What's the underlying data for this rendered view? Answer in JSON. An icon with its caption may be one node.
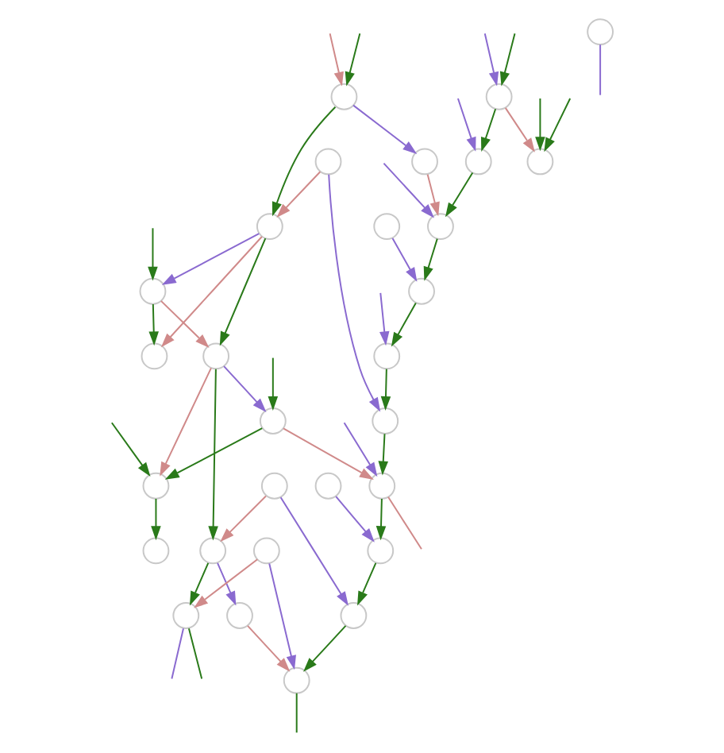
{
  "diagram": {
    "nodes": [
      {
        "text": [],
        "shape": "circle"
      },
      {
        "text": [],
        "shape": "circle"
      },
      {
        "text": [],
        "shape": "circle"
      },
      {
        "text": [],
        "shape": "circle"
      },
      {
        "text": [],
        "shape": "circle"
      },
      {
        "text": [],
        "shape": "circle"
      },
      {
        "text": [],
        "shape": "circle"
      },
      {
        "text": [],
        "shape": "circle"
      },
      {
        "text": [],
        "shape": "circle"
      },
      {
        "text": [],
        "shape": "circle"
      },
      {
        "text": [],
        "shape": "circle"
      },
      {
        "text": [],
        "shape": "circle"
      },
      {
        "text": [],
        "shape": "circle"
      },
      {
        "text": [],
        "shape": "circle"
      },
      {
        "text": [],
        "shape": "circle"
      },
      {
        "text": [],
        "shape": "circle"
      },
      {
        "text": [],
        "shape": "circle"
      },
      {
        "text": [],
        "shape": "circle"
      },
      {
        "text": [],
        "shape": "circle"
      },
      {
        "text": [],
        "shape": "circle"
      },
      {
        "text": [],
        "shape": "circle"
      },
      {
        "text": [],
        "shape": "circle"
      },
      {
        "text": [],
        "shape": "circle"
      },
      {
        "text": [],
        "shape": "circle"
      },
      {
        "text": [],
        "shape": "circle"
      },
      {
        "text": [],
        "shape": "circle"
      },
      {
        "text": [],
        "shape": "circle"
      },
      {
        "text": [],
        "shape": "circle"
      },
      {
        "text": [],
        "shape": "circle"
      }
    ],
    "edges": [
      {
        "from": null,
        "to": 1,
        "arrow": "to"
      },
      {
        "from": null,
        "to": 1,
        "arrow": "to",
        "color": "#8a6ad0"
      },
      {
        "from": null,
        "to": 2,
        "arrow": "to"
      },
      {
        "from": null,
        "to": 2,
        "arrow": "to",
        "color": "#d08a8a"
      },
      {
        "from": null,
        "to": 3,
        "arrow": "to"
      },
      {
        "from": null,
        "to": 3,
        "arrow": "to"
      },
      {
        "from": 1,
        "to": 3,
        "arrow": "to",
        "color": "#d08a8a"
      },
      {
        "from": 0,
        "to": 4,
        "arrow": "to",
        "color": "#d08a8a"
      },
      {
        "from": 2,
        "to": 4,
        "arrow": "to"
      },
      {
        "from": 1,
        "to": 5,
        "arrow": "to"
      },
      {
        "from": null,
        "to": 5,
        "arrow": "to",
        "color": "#8a6ad0"
      },
      {
        "from": 2,
        "to": 6,
        "arrow": "to",
        "color": "#8a6ad0"
      },
      {
        "from": 6,
        "to": 9,
        "arrow": "to",
        "color": "#d08a8a"
      },
      {
        "from": 5,
        "to": 9,
        "arrow": "to"
      },
      {
        "from": null,
        "to": 9,
        "arrow": "to",
        "color": "#8a6ad0"
      },
      {
        "from": null,
        "to": 7,
        "arrow": "to"
      },
      {
        "from": 4,
        "to": 7,
        "arrow": "to",
        "color": "#8a6ad0"
      },
      {
        "from": 7,
        "to": 10,
        "arrow": "to",
        "color": "#d08a8a"
      },
      {
        "from": 4,
        "to": 10,
        "arrow": "to"
      },
      {
        "from": 7,
        "to": 11,
        "arrow": "to"
      },
      {
        "from": 4,
        "to": 11,
        "arrow": "to",
        "color": "#d08a8a"
      },
      {
        "from": 8,
        "to": 12,
        "arrow": "to",
        "color": "#8a6ad0"
      },
      {
        "from": 9,
        "to": 12,
        "arrow": "to"
      },
      {
        "from": 0,
        "to": 16,
        "arrow": "to",
        "color": "#8a6ad0"
      },
      {
        "from": null,
        "to": 13,
        "arrow": "to"
      },
      {
        "from": 10,
        "to": 13,
        "arrow": "to",
        "color": "#8a6ad0"
      },
      {
        "from": null,
        "to": 14,
        "arrow": "to",
        "color": "#8a6ad0"
      },
      {
        "from": 12,
        "to": 14,
        "arrow": "to"
      },
      {
        "from": 10,
        "to": 15,
        "arrow": "to",
        "color": "#d08a8a"
      },
      {
        "from": 13,
        "to": 15,
        "arrow": "to"
      },
      {
        "from": null,
        "to": 15,
        "arrow": "to"
      },
      {
        "from": 14,
        "to": 16,
        "arrow": "to"
      },
      {
        "from": 10,
        "to": 22,
        "arrow": "to"
      },
      {
        "from": 15,
        "to": 19,
        "arrow": "to"
      },
      {
        "from": 16,
        "to": 20,
        "arrow": "to"
      },
      {
        "from": 13,
        "to": 20,
        "arrow": "to",
        "color": "#d08a8a"
      },
      {
        "from": 20,
        "to": null,
        "arrow": "none",
        "color": "#d08a8a"
      },
      {
        "from": null,
        "to": 20,
        "arrow": "to",
        "color": "#8a6ad0"
      },
      {
        "from": 17,
        "to": 21,
        "arrow": "to",
        "color": "#8a6ad0"
      },
      {
        "from": 20,
        "to": 21,
        "arrow": "to"
      },
      {
        "from": 18,
        "to": 22,
        "arrow": "to",
        "color": "#d08a8a"
      },
      {
        "from": 18,
        "to": 23,
        "arrow": "to",
        "color": "#8a6ad0"
      },
      {
        "from": 21,
        "to": 23,
        "arrow": "to"
      },
      {
        "from": 22,
        "to": 24,
        "arrow": "to",
        "color": "#8a6ad0"
      },
      {
        "from": 22,
        "to": 28,
        "arrow": "to"
      },
      {
        "from": 24,
        "to": 27,
        "arrow": "to",
        "color": "#d08a8a"
      },
      {
        "from": 25,
        "to": 27,
        "arrow": "to",
        "color": "#8a6ad0"
      },
      {
        "from": 23,
        "to": 27,
        "arrow": "to"
      },
      {
        "from": 25,
        "to": 28,
        "arrow": "to",
        "color": "#d08a8a"
      },
      {
        "from": 26,
        "to": null,
        "arrow": "none",
        "color": "#8a6ad0"
      },
      {
        "from": 27,
        "to": null,
        "arrow": "none"
      },
      {
        "from": 28,
        "to": null,
        "arrow": "none"
      },
      {
        "from": 28,
        "to": null,
        "arrow": "none",
        "color": "#8a6ad0"
      }
    ]
  }
}
